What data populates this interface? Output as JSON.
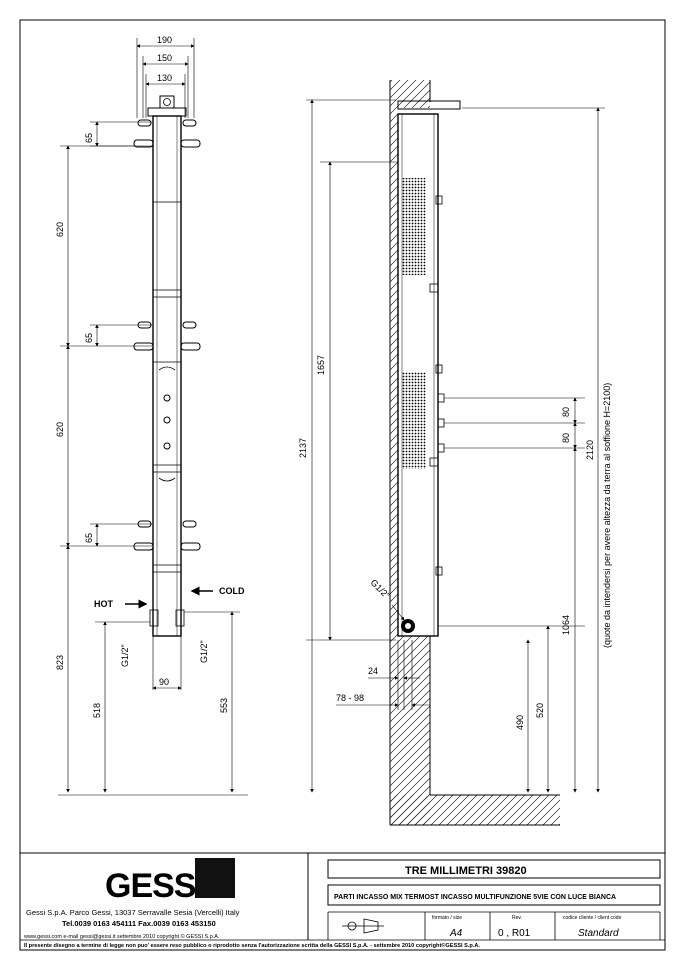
{
  "front": {
    "width_dims": [
      "190",
      "150",
      "130"
    ],
    "left_dims": [
      "65",
      "620",
      "65",
      "620",
      "65"
    ],
    "hot_label": "HOT",
    "cold_label": "COLD",
    "pipe_left": "G1/2\"",
    "pipe_right": "G1/2\"",
    "bottom_width": "90",
    "height_823": "823",
    "height_518": "518",
    "height_553": "553"
  },
  "side": {
    "total_height": "2137",
    "height_1657": "1657",
    "height_2120": "2120",
    "height_1064": "1064",
    "height_520": "520",
    "height_490": "490",
    "dim_24": "24",
    "dim_78_98": "78 - 98",
    "dim_80_top": "80",
    "dim_80_bottom": "80",
    "pipe_label": "G1/2\"",
    "note": "(quote da intendersi per avere altezza da terra al soffione H=2100)"
  },
  "titleblock": {
    "logo": "GESSI",
    "company_line1": "Gessi S.p.A. Parco Gessi, 13037 Serravalle Sesia (Vercelli) Italy",
    "company_line2": "Tel.0039 0163 454111 Fax.0039 0163 453150",
    "company_line3": "www.gessi.com e-mail gessi@gessi.it settembre 2010 copyright © GESSI S.p.A.",
    "product_name": "TRE MILLIMETRI 39820",
    "product_desc": "PARTI INCASSO MIX TERMOST INCASSO MULTIFUNZIONE 5VIE CON LUCE BIANCA",
    "format_label": "formato / size",
    "format_value": "A4",
    "rev_label": "Rev.",
    "rev_value": "0 , R01",
    "code_label": "codice cliente / client code",
    "code_value": "Standard",
    "footer": "Il presente disegno a termine di legge non puo' essere reso pubblico o riprodotto senza l'autorizzazione scritta della GESSI S.p.A. - settembre 2010 copyright©GESSI S.p.A."
  }
}
